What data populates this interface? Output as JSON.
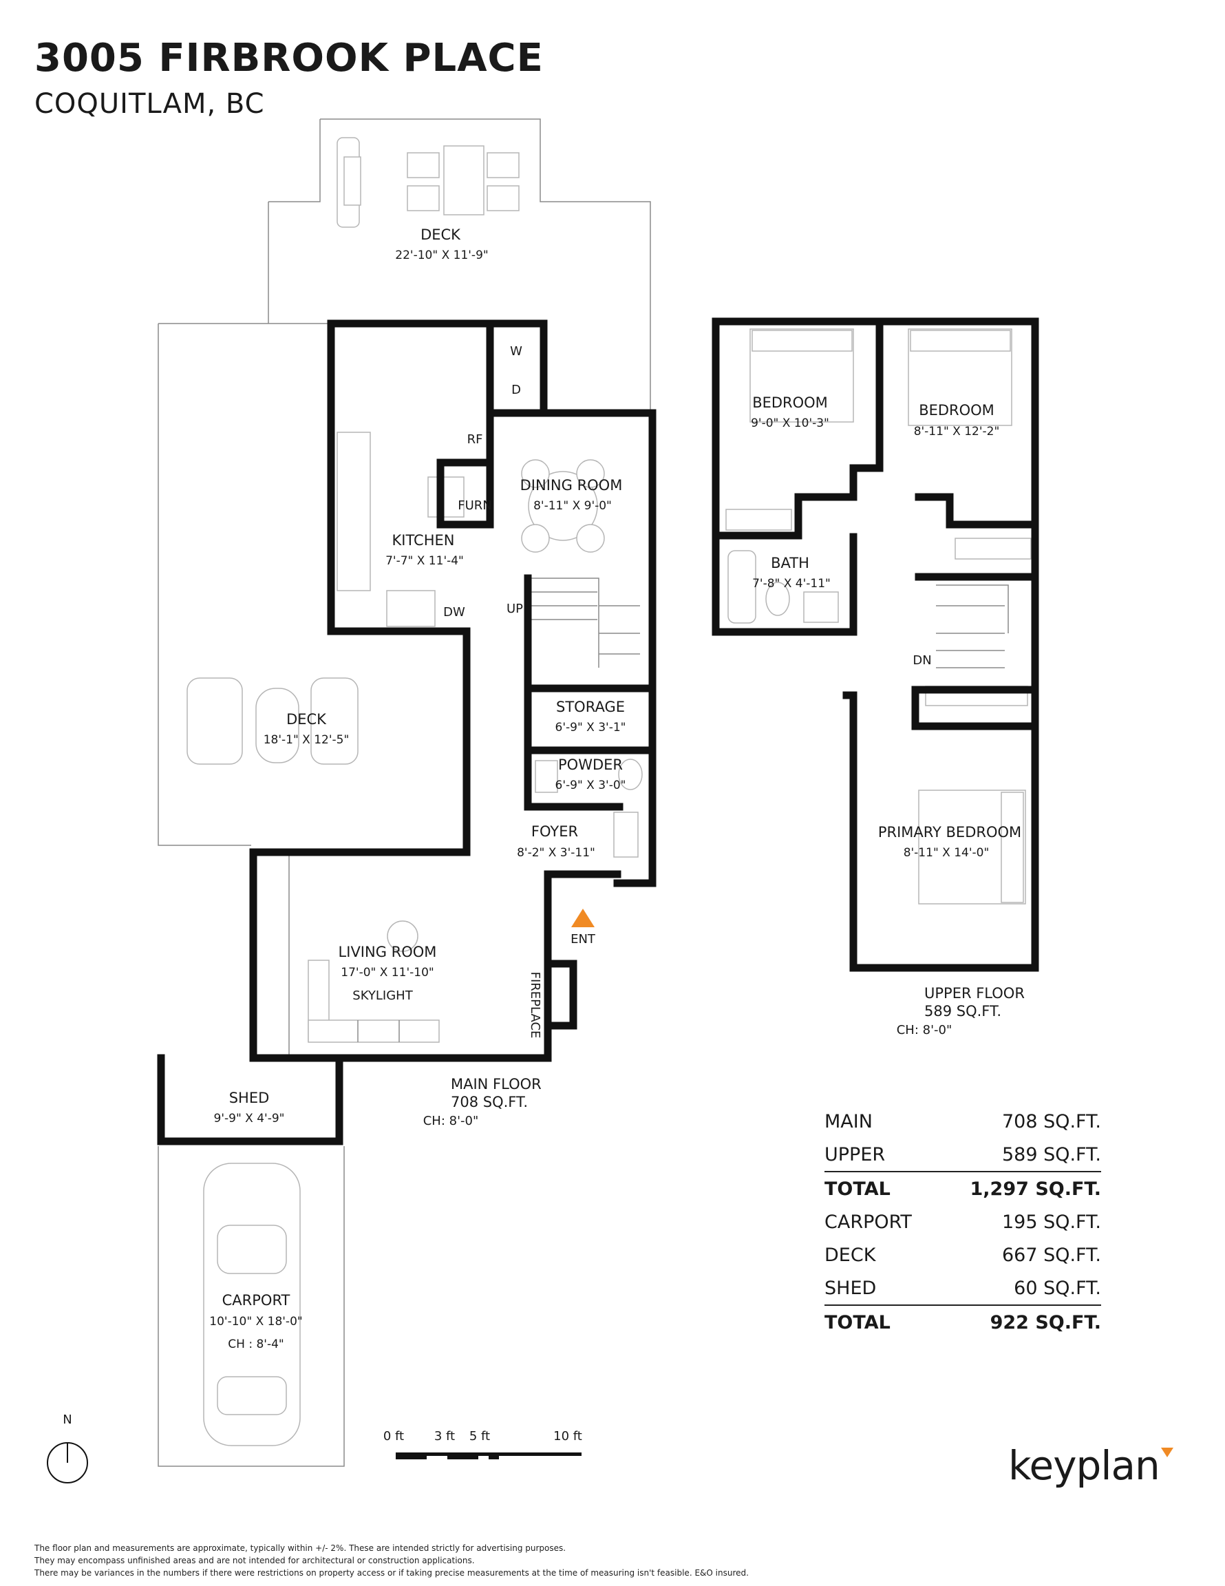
{
  "header": {
    "title": "3005 FIRBROOK PLACE",
    "subtitle": "COQUITLAM, BC"
  },
  "rooms": {
    "deck_top": {
      "name": "DECK",
      "dims": "22'-10\" X 11'-9\""
    },
    "kitchen": {
      "name": "KITCHEN",
      "dims": "7'-7\" X 11'-4\""
    },
    "dining": {
      "name": "DINING ROOM",
      "dims": "8'-11\" X 9'-0\""
    },
    "deck_side": {
      "name": "DECK",
      "dims": "18'-1\" X 12'-5\""
    },
    "storage": {
      "name": "STORAGE",
      "dims": "6'-9\" X 3'-1\""
    },
    "powder": {
      "name": "POWDER",
      "dims": "6'-9\" X 3'-0\""
    },
    "foyer": {
      "name": "FOYER",
      "dims": "8'-2\" X 3'-11\""
    },
    "living": {
      "name": "LIVING ROOM",
      "dims": "17'-0\" X 11'-10\"",
      "note": "SKYLIGHT"
    },
    "shed": {
      "name": "SHED",
      "dims": "9'-9\" X 4'-9\""
    },
    "carport": {
      "name": "CARPORT",
      "dims": "10'-10\" X 18'-0\"",
      "ch": "CH : 8'-4\""
    },
    "bedroom1": {
      "name": "BEDROOM",
      "dims": "9'-0\" X 10'-3\""
    },
    "bedroom2": {
      "name": "BEDROOM",
      "dims": "8'-11\" X 12'-2\""
    },
    "bath": {
      "name": "BATH",
      "dims": "7'-8\" X 4'-11\""
    },
    "primary": {
      "name": "PRIMARY BEDROOM",
      "dims": "8'-11\" X 14'-0\""
    }
  },
  "fixtures": {
    "w": "W",
    "d": "D",
    "rf": "RF",
    "furn": "FURN",
    "dw": "DW",
    "up": "UP",
    "dn": "DN",
    "ent": "ENT",
    "fireplace": "FIREPLACE"
  },
  "floors": {
    "main": {
      "name": "MAIN FLOOR",
      "area": "708 SQ.FT.",
      "ch": "CH: 8'-0\""
    },
    "upper": {
      "name": "UPPER FLOOR",
      "area": "589 SQ.FT.",
      "ch": "CH: 8'-0\""
    }
  },
  "summary": {
    "rows": [
      {
        "label": "MAIN",
        "value": "708 SQ.FT."
      },
      {
        "label": "UPPER",
        "value": "589 SQ.FT."
      },
      {
        "label": "TOTAL",
        "value": "1,297 SQ.FT."
      },
      {
        "label": "CARPORT",
        "value": "195 SQ.FT."
      },
      {
        "label": "DECK",
        "value": "667 SQ.FT."
      },
      {
        "label": "SHED",
        "value": "60 SQ.FT."
      },
      {
        "label": "TOTAL",
        "value": "922 SQ.FT."
      }
    ]
  },
  "compass": {
    "label": "N"
  },
  "scale": {
    "ticks": [
      "0 ft",
      "3 ft",
      "5 ft",
      "10 ft"
    ]
  },
  "disclaimer": {
    "line1": "The floor plan and measurements are approximate, typically within +/- 2%. These are intended strictly for advertising purposes.",
    "line2": "They may encompass unfinished areas and are not intended for architectural or construction applications.",
    "line3": "There may be variances in the numbers if there were restrictions on property access or if taking precise measurements at the time of measuring isn't feasible. E&O insured."
  },
  "brand": {
    "logo": "keyplan",
    "accent": "#f08a24"
  }
}
